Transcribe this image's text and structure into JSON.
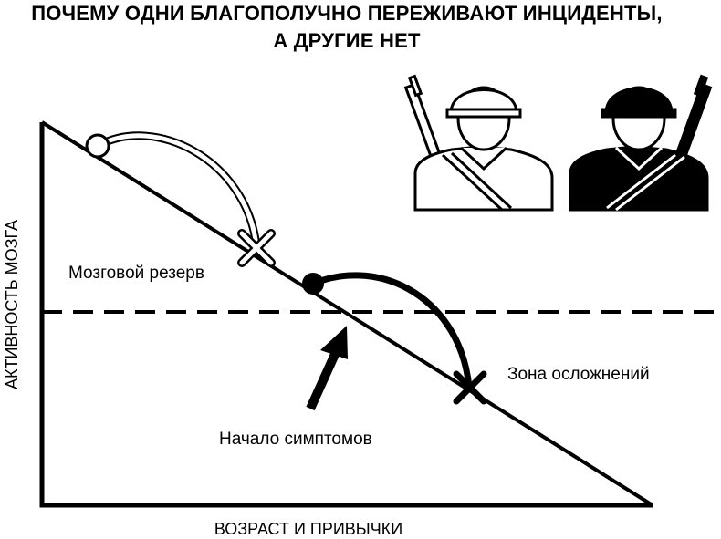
{
  "title": {
    "line1": "ПОЧЕМУ ОДНИ БЛАГОПОЛУЧНО ПЕРЕЖИВАЮТ ИНЦИДЕНТЫ,",
    "line2": "А ДРУГИЕ НЕТ"
  },
  "axes": {
    "x_label": "ВОЗРАСТ И ПРИВЫЧКИ",
    "y_label": "АКТИВНОСТЬ МОЗГА"
  },
  "labels": {
    "brain_reserve": "Мозговой резерв",
    "complication_zone": "Зона осложнений",
    "symptom_onset": "Начало симптомов"
  },
  "icons": {
    "soldier_light": "soldier-light-icon",
    "soldier_dark": "soldier-dark-icon"
  },
  "colors": {
    "ink": "#000000",
    "paper": "#ffffff"
  }
}
